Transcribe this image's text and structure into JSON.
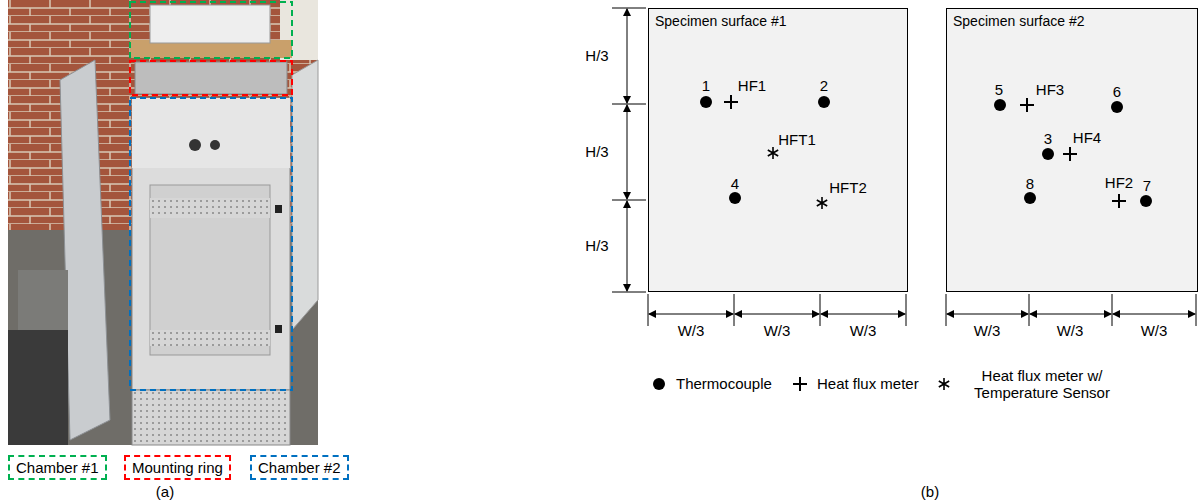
{
  "diagram": {
    "nodes": [
      {
        "text": [
          "Specimen surface #1"
        ]
      },
      {
        "text": [
          "Specimen surface #2"
        ]
      }
    ],
    "labels": [
      "(a)",
      "H/3",
      "H/3",
      "H/3",
      "W/3",
      "W/3",
      "W/3",
      "W/3",
      "W/3",
      "W/3",
      "1",
      "HF1",
      "2",
      "HFT1",
      "4",
      "HFT2",
      "5",
      "HF3",
      "6",
      "3",
      "HF4",
      "8",
      "HF2",
      "7",
      "(b)"
    ],
    "legend": [
      {
        "text": "Chamber #1",
        "color": "#00b050"
      },
      {
        "text": "Mounting ring",
        "color": "#ff0000"
      },
      {
        "text": "Chamber #2",
        "color": "#0070c0"
      },
      {
        "text": "Thermocouple"
      },
      {
        "text": "Heat flux meter"
      },
      {
        "text": "Heat flux meter w/ Temperature Sensor"
      }
    ]
  }
}
